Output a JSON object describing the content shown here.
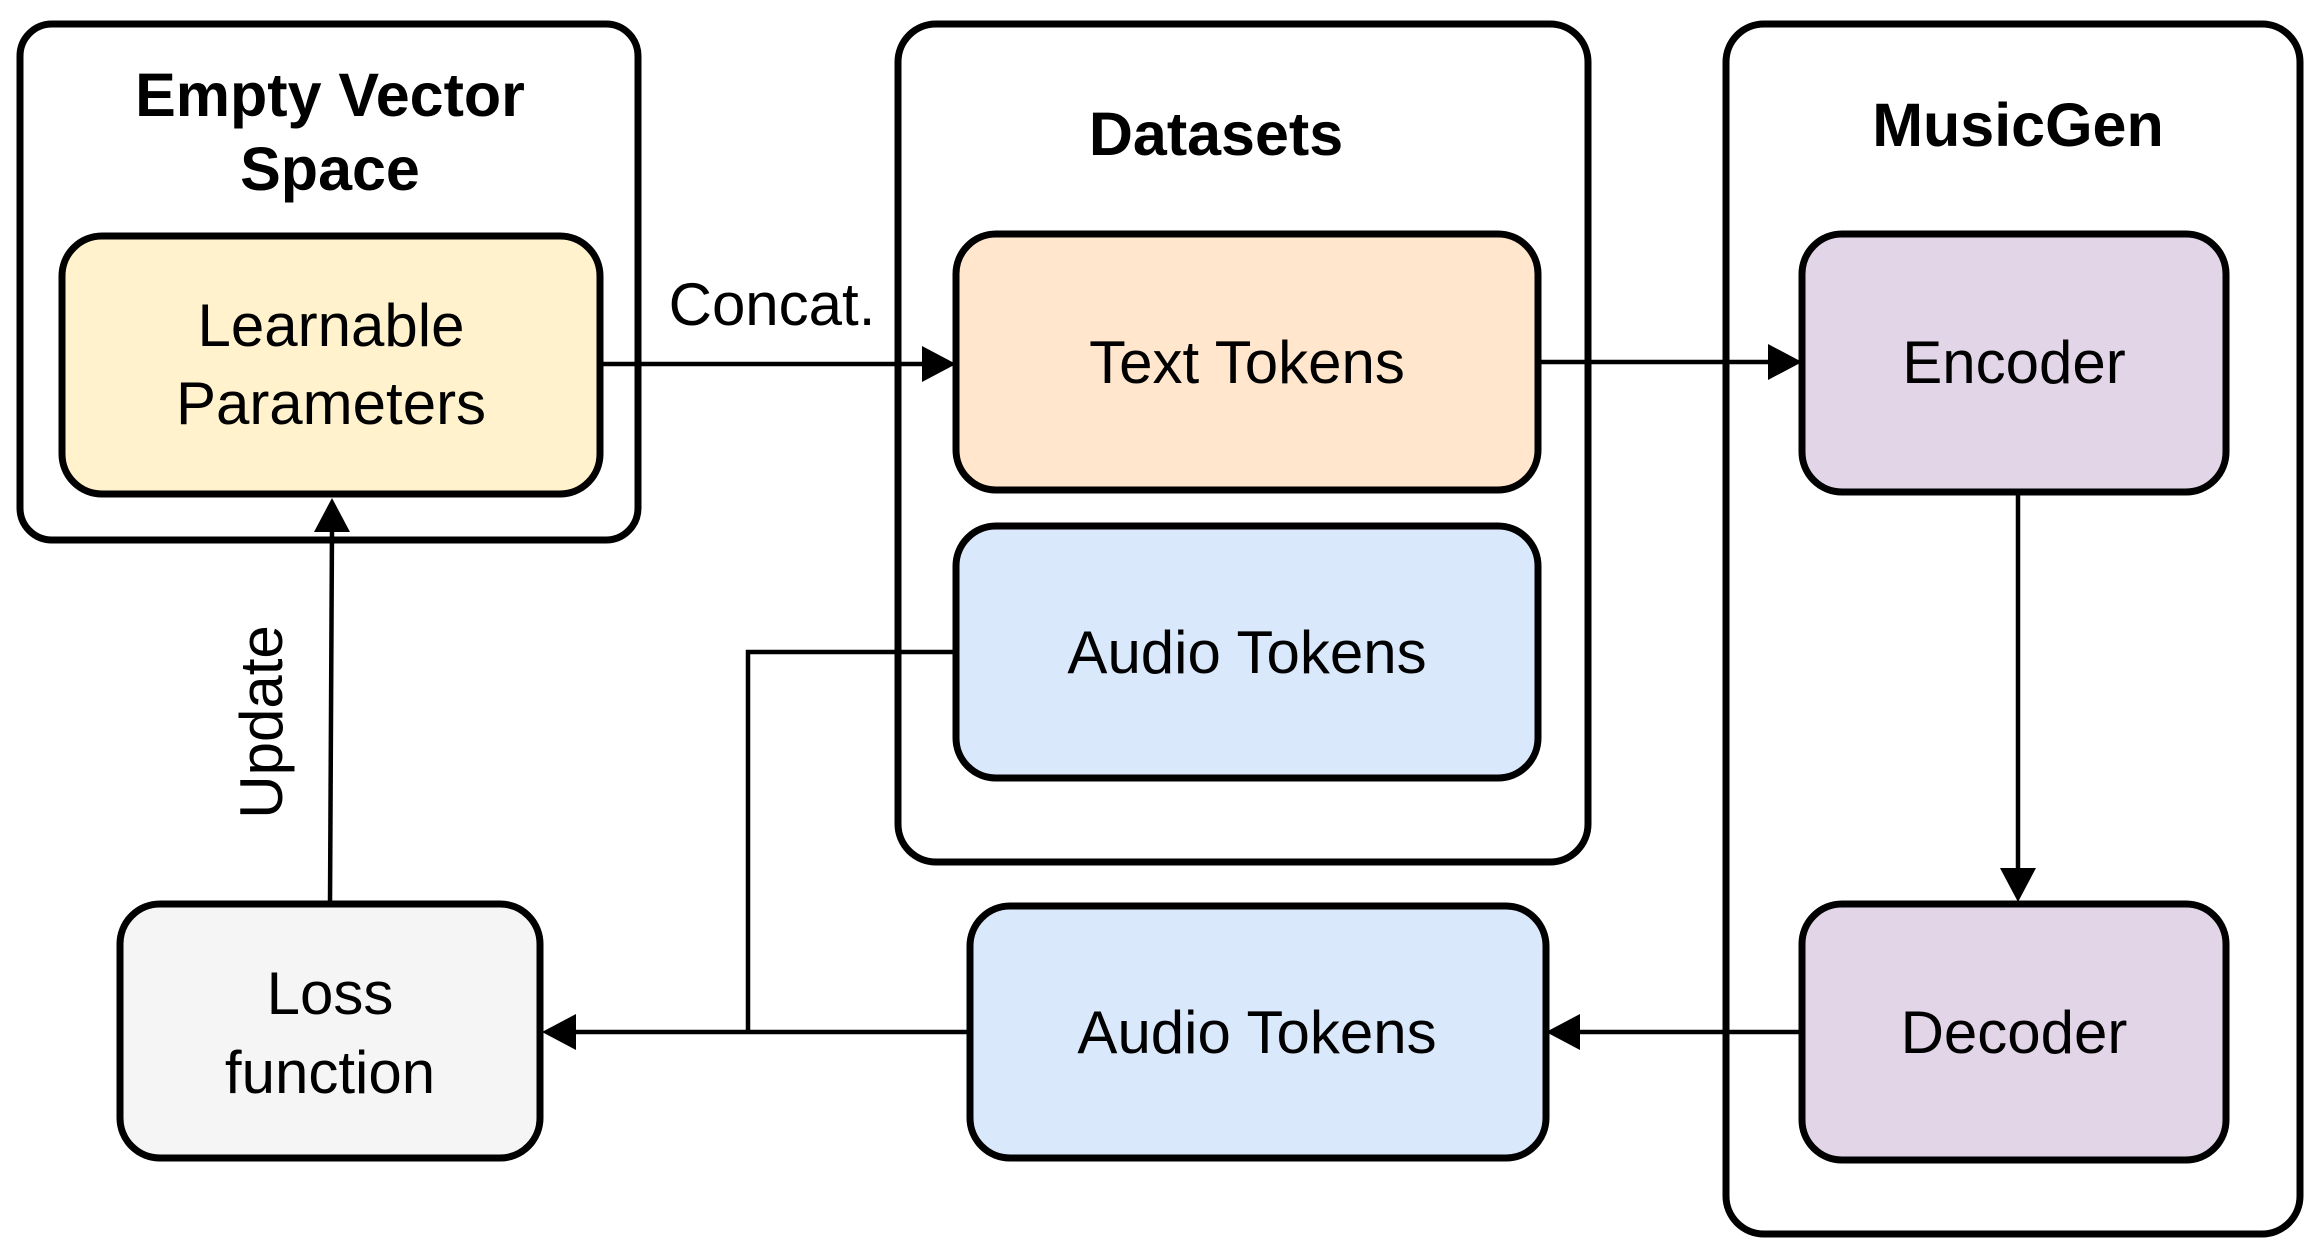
{
  "groups": {
    "empty_vector_space": {
      "title_line1": "Empty Vector",
      "title_line2": "Space"
    },
    "datasets": {
      "title": "Datasets"
    },
    "musicgen": {
      "title": "MusicGen"
    }
  },
  "nodes": {
    "learnable_parameters": {
      "line1": "Learnable",
      "line2": "Parameters",
      "fill": "#FFF2CC"
    },
    "text_tokens": {
      "label": "Text Tokens",
      "fill": "#FFE6CC"
    },
    "audio_tokens_dataset": {
      "label": "Audio Tokens",
      "fill": "#DAE8FC"
    },
    "encoder": {
      "label": "Encoder",
      "fill": "#E1D5E7"
    },
    "decoder": {
      "label": "Decoder",
      "fill": "#E1D5E7"
    },
    "audio_tokens_generated": {
      "label": "Audio Tokens",
      "fill": "#DAE8FC"
    },
    "loss_function": {
      "line1": "Loss",
      "line2": "function",
      "fill": "#F5F5F5"
    }
  },
  "edges": {
    "concat_label": "Concat.",
    "update_label": "Update"
  }
}
